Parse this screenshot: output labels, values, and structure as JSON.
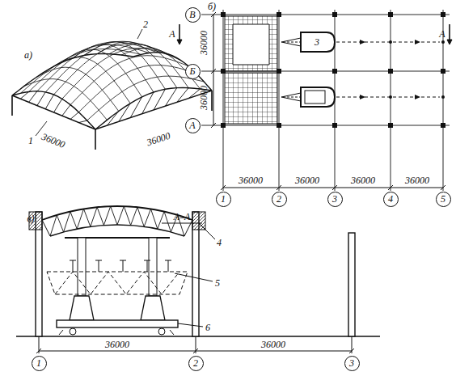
{
  "diagram": {
    "nodes": [
      {
        "text": [
          "1"
        ]
      },
      {
        "text": [
          "2"
        ]
      },
      {
        "text": [
          "3"
        ]
      },
      {
        "text": [
          "4"
        ]
      },
      {
        "text": [
          "5"
        ]
      },
      {
        "text": [
          "В"
        ]
      },
      {
        "text": [
          "Б"
        ]
      },
      {
        "text": [
          "А"
        ]
      },
      {
        "text": [
          "1"
        ]
      },
      {
        "text": [
          "2"
        ]
      },
      {
        "text": [
          "3"
        ]
      }
    ],
    "labels": [
      "а)",
      "2",
      "1",
      "36000",
      "36000",
      "б)",
      "А",
      "А",
      "36000",
      "36000",
      "3",
      "36000",
      "36000",
      "36000",
      "36000",
      "в)",
      "А–А",
      "4",
      "5",
      "6",
      "36000",
      "36000"
    ]
  }
}
